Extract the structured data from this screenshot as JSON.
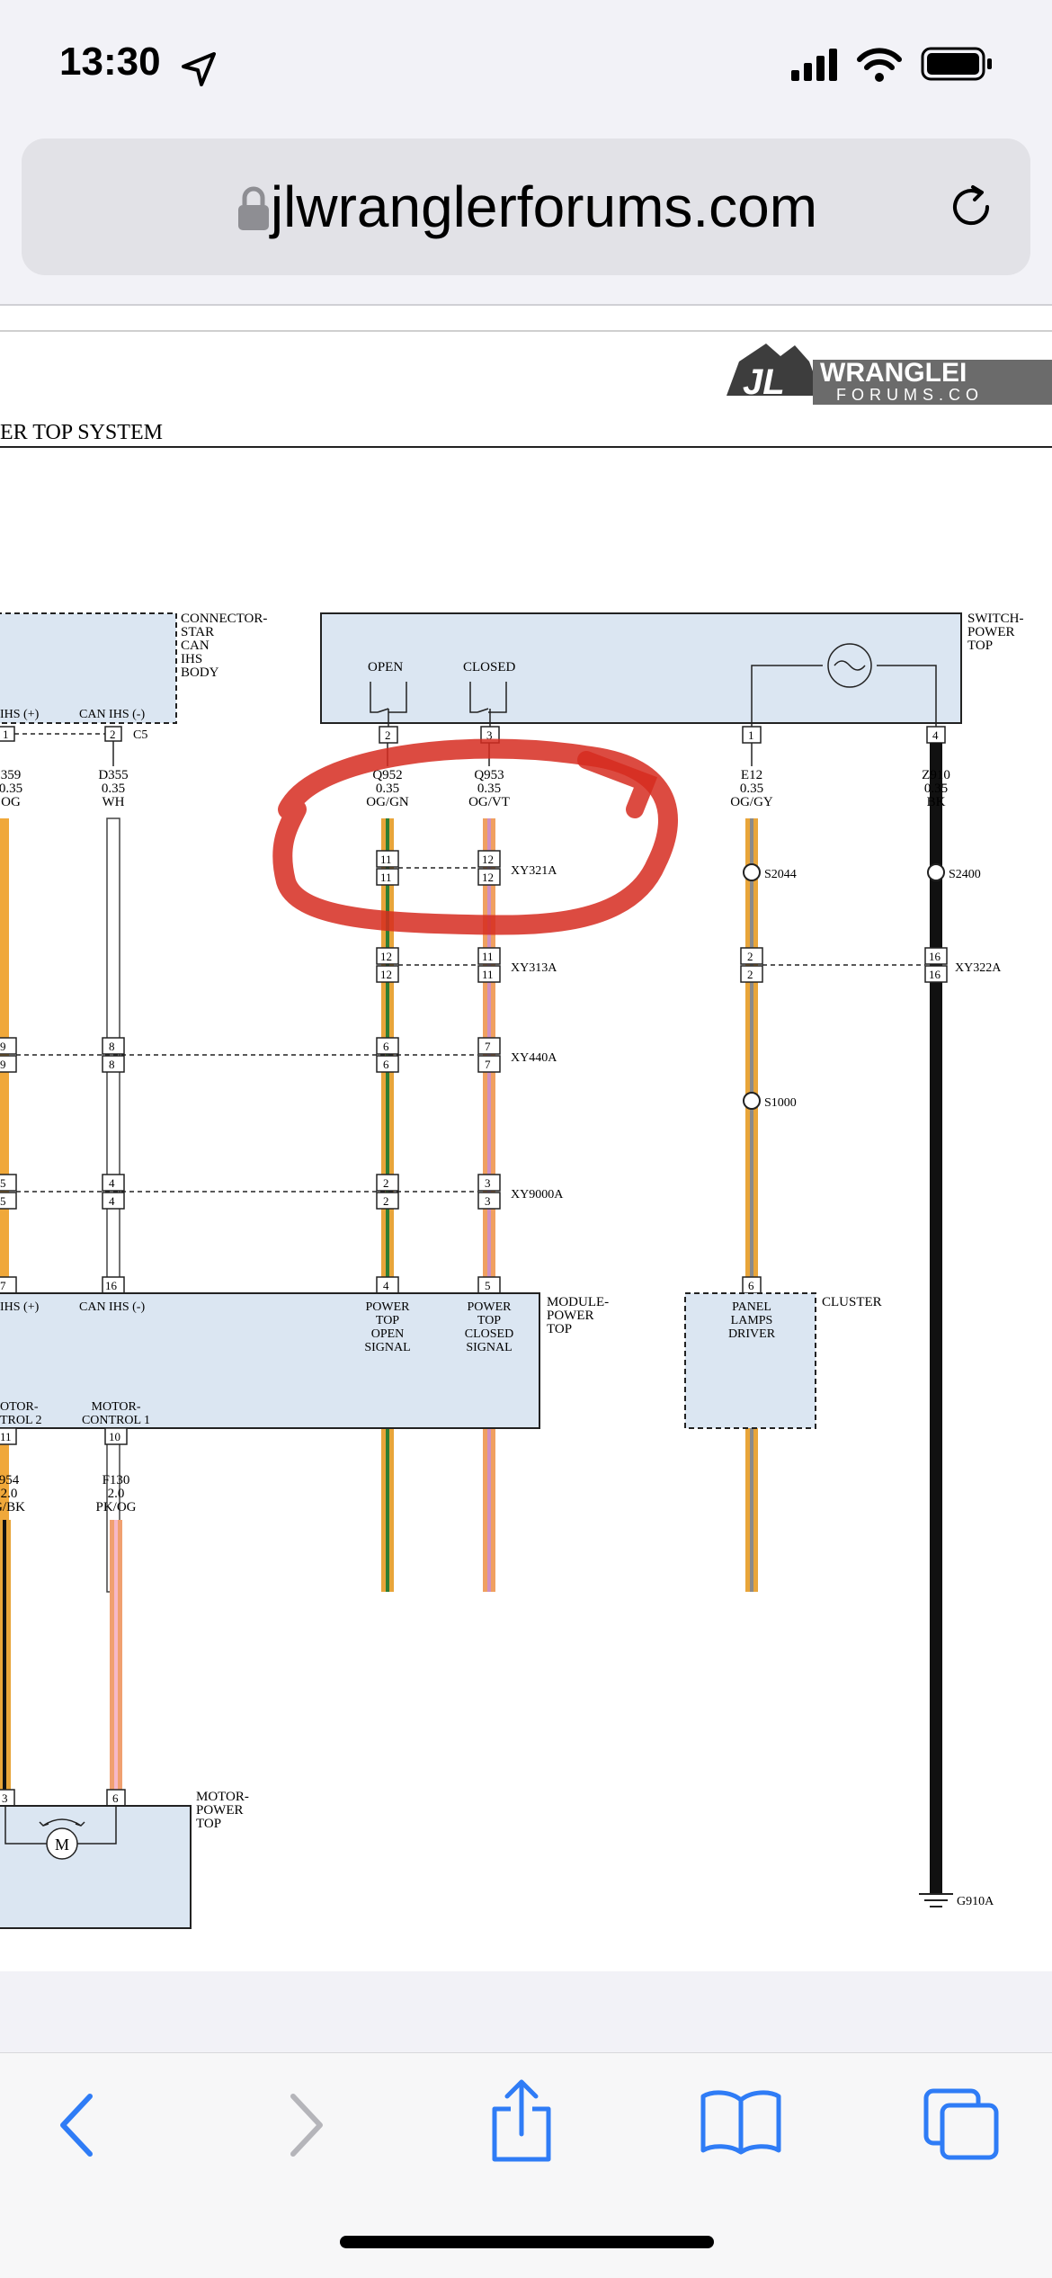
{
  "status_bar": {
    "time": "13:30"
  },
  "browser": {
    "url": "jlwranglerforums.com"
  },
  "diagram": {
    "title": "ER TOP SYSTEM",
    "logo_main": "WRANGLEI",
    "logo_sub": "FORUMS.CO",
    "connectors": {
      "star_can": [
        "CONNECTOR-",
        "STAR",
        "CAN",
        "IHS",
        "BODY"
      ],
      "switch_power_top": [
        "SWITCH-",
        "POWER",
        "TOP"
      ],
      "module_power_top": [
        "MODULE-",
        "POWER",
        "TOP"
      ],
      "cluster": "CLUSTER",
      "motor_power_top": [
        "MOTOR-",
        "POWER",
        "TOP"
      ]
    },
    "switch": {
      "open": "OPEN",
      "closed": "CLOSED"
    },
    "labels": {
      "can_ihs_pos_top": "IHS (+)",
      "can_ihs_neg_top": "CAN IHS (-)",
      "c5": "C5",
      "can_ihs_pos_bot": "IHS (+)",
      "can_ihs_neg_bot": "CAN IHS (-)",
      "signal_open": [
        "POWER",
        "TOP",
        "OPEN",
        "SIGNAL"
      ],
      "signal_closed": [
        "POWER",
        "TOP",
        "CLOSED",
        "SIGNAL"
      ],
      "panel_lamps": [
        "PANEL",
        "LAMPS",
        "DRIVER"
      ],
      "motor_control_2": [
        "OTOR-",
        "TROL 2"
      ],
      "motor_control_1": [
        "MOTOR-",
        "CONTROL 1"
      ],
      "ground": "G910A"
    },
    "wires": {
      "w1": [
        "359",
        "0.35",
        "OG"
      ],
      "d355": [
        "D355",
        "0.35",
        "WH"
      ],
      "q952": [
        "Q952",
        "0.35",
        "OG/GN"
      ],
      "q953": [
        "Q953",
        "0.35",
        "OG/VT"
      ],
      "e12": [
        "E12",
        "0.35",
        "OG/GY"
      ],
      "z910": [
        "Z910",
        "0.35",
        "BK"
      ],
      "f954": [
        "954",
        "2.0",
        "G/BK"
      ],
      "f130": [
        "F130",
        "2.0",
        "PK/OG"
      ]
    },
    "splices": {
      "s2044": "S2044",
      "s2400": "S2400",
      "s1000": "S1000"
    },
    "inline": {
      "xy321a": "XY321A",
      "xy313a": "XY313A",
      "xy322a": "XY322A",
      "xy440a": "XY440A",
      "xy9000a": "XY9000A"
    },
    "pins": {
      "sw_open": "2",
      "sw_closed": "3",
      "sw_e12": "1",
      "sw_z910": "4",
      "star_1": "1",
      "star_2": "2",
      "xy321_q952_top": "11",
      "xy321_q952_bot": "11",
      "xy321_q953_top": "12",
      "xy321_q953_bot": "12",
      "xy313_q952_top": "12",
      "xy313_q952_bot": "12",
      "xy313_q953_top": "11",
      "xy313_q953_bot": "11",
      "xy322_e12_top": "2",
      "xy322_e12_bot": "2",
      "xy322_z910_top": "16",
      "xy322_z910_bot": "16",
      "xy440_w1_top": "9",
      "xy440_w1_bot": "9",
      "xy440_d355_top": "8",
      "xy440_d355_bot": "8",
      "xy440_q952_top": "6",
      "xy440_q952_bot": "6",
      "xy440_q953_top": "7",
      "xy440_q953_bot": "7",
      "xy9000_w1_top": "5",
      "xy9000_w1_bot": "5",
      "xy9000_d355_top": "4",
      "xy9000_d355_bot": "4",
      "xy9000_q952_top": "2",
      "xy9000_q952_bot": "2",
      "xy9000_q953_top": "3",
      "xy9000_q953_bot": "3",
      "mod_w1": "7",
      "mod_d355": "16",
      "mod_q952": "4",
      "mod_q953": "5",
      "cluster_e12": "6",
      "mod_mc2": "11",
      "mod_mc1": "10",
      "motor_a": "3",
      "motor_b": "6"
    }
  }
}
